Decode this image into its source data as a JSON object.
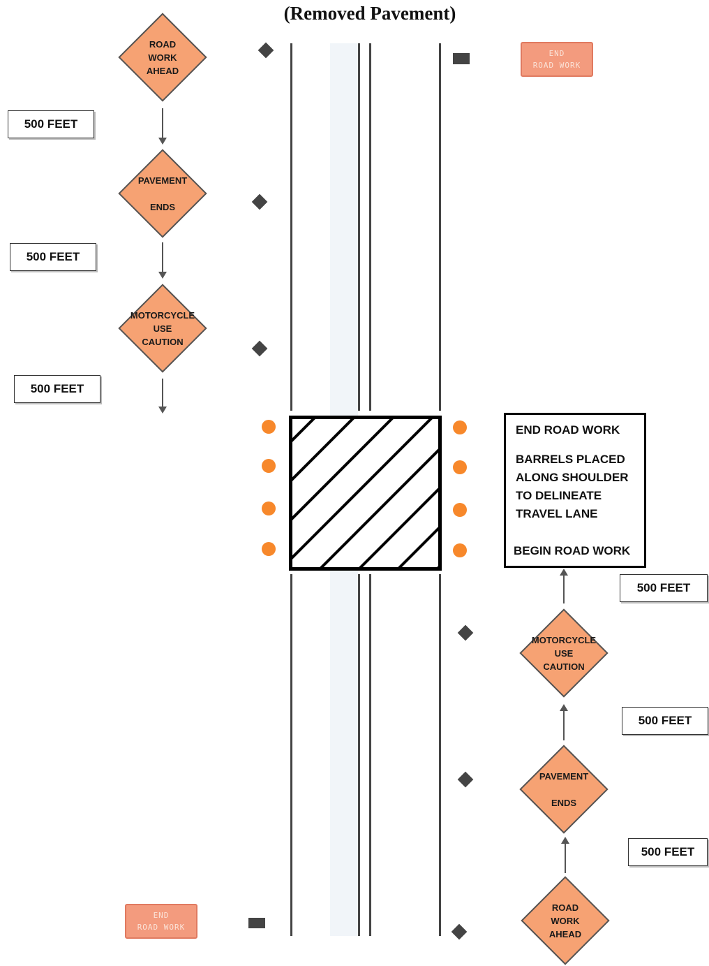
{
  "title": "(Removed Pavement)",
  "left_signs": {
    "sign1": [
      "ROAD",
      "WORK",
      "AHEAD"
    ],
    "sign2": [
      "PAVEMENT",
      "ENDS"
    ],
    "sign3": [
      "MOTORCYCLE",
      "USE",
      "CAUTION"
    ],
    "distances": [
      "500 FEET",
      "500 FEET",
      "500 FEET"
    ]
  },
  "right_signs": {
    "sign1": [
      "MOTORCYCLE",
      "USE",
      "CAUTION"
    ],
    "sign2": [
      "PAVEMENT",
      "ENDS"
    ],
    "sign3": [
      "ROAD",
      "WORK",
      "AHEAD"
    ],
    "distances": [
      "500 FEET",
      "500 FEET",
      "500 FEET"
    ]
  },
  "end_signs": {
    "top": [
      "END",
      "ROAD WORK"
    ],
    "bottom": [
      "END",
      "ROAD WORK"
    ]
  },
  "legend": {
    "line1": "END ROAD WORK",
    "line2": "BARRELS PLACED",
    "line3": "ALONG SHOULDER",
    "line4": "TO DELINEATE",
    "line5": "TRAVEL LANE",
    "line6": "BEGIN ROAD WORK"
  },
  "colors": {
    "sign_orange": "#f6a273",
    "barrel_orange": "#f7882b",
    "end_sign": "#f39b7e"
  }
}
